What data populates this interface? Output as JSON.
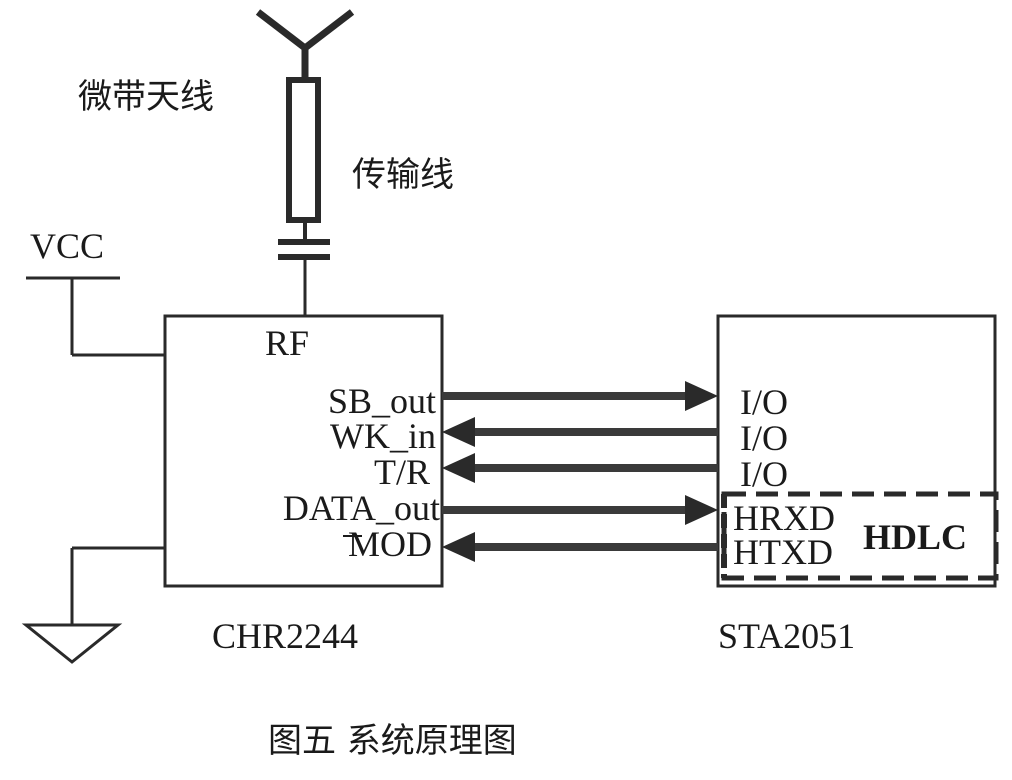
{
  "labels": {
    "antenna": "微带天线",
    "transmission_line": "传输线",
    "vcc": "VCC",
    "chip_left": "CHR2244",
    "chip_right": "STA2051",
    "hdlc": "HDLC",
    "caption": "图五  系统原理图"
  },
  "left_pins": {
    "rf": "RF",
    "sb_out": "SB_out",
    "wk_in": "WK_in",
    "tr": "T/R",
    "data_out": "DATA_out",
    "mod": "MOD"
  },
  "right_pins": {
    "io1": "I/O",
    "io2": "I/O",
    "io3": "I/O",
    "hrxd": "HRXD",
    "htxd": "HTXD"
  },
  "connections": [
    {
      "from": "SB_out",
      "to": "I/O",
      "direction": "right"
    },
    {
      "from": "I/O",
      "to": "WK_in",
      "direction": "left"
    },
    {
      "from": "I/O",
      "to": "T/R",
      "direction": "left"
    },
    {
      "from": "DATA_out",
      "to": "HRXD",
      "direction": "right"
    },
    {
      "from": "HTXD",
      "to": "MOD",
      "direction": "left"
    }
  ]
}
